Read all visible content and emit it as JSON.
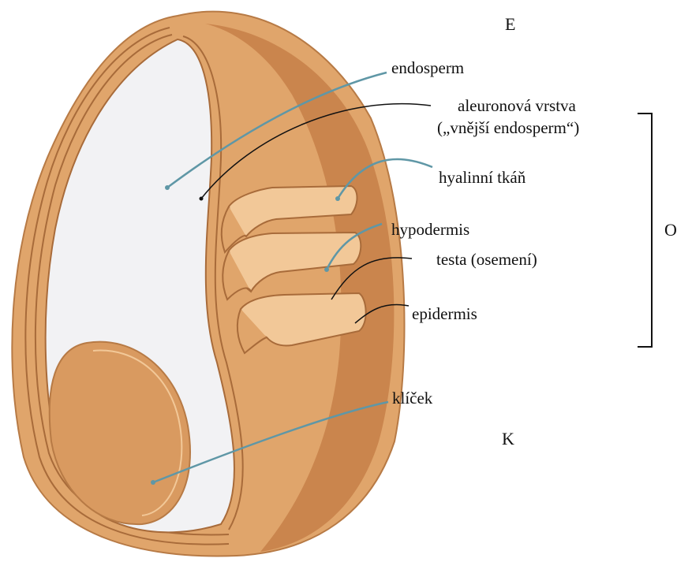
{
  "labels": {
    "endosperm": "endosperm",
    "aleurone_line1": "aleuronová vrstva",
    "aleurone_line2": "(„vnější endosperm“)",
    "hyaline": "hyalinní tkáň",
    "hypodermis": "hypodermis",
    "testa": "testa (osemení)",
    "epidermis": "epidermis",
    "germ": "klíček"
  },
  "region_letters": {
    "top": "E",
    "germ_region": "K",
    "right_edge": "O"
  },
  "colors": {
    "seed_outer": "#e0a56b",
    "seed_dark": "#c8824a",
    "seed_light": "#f2c898",
    "endosperm_fill": "#f2f2f4",
    "layer_lines": "#a86b3a",
    "leader_blue": "#5f97a6",
    "leader_black": "#111111"
  }
}
